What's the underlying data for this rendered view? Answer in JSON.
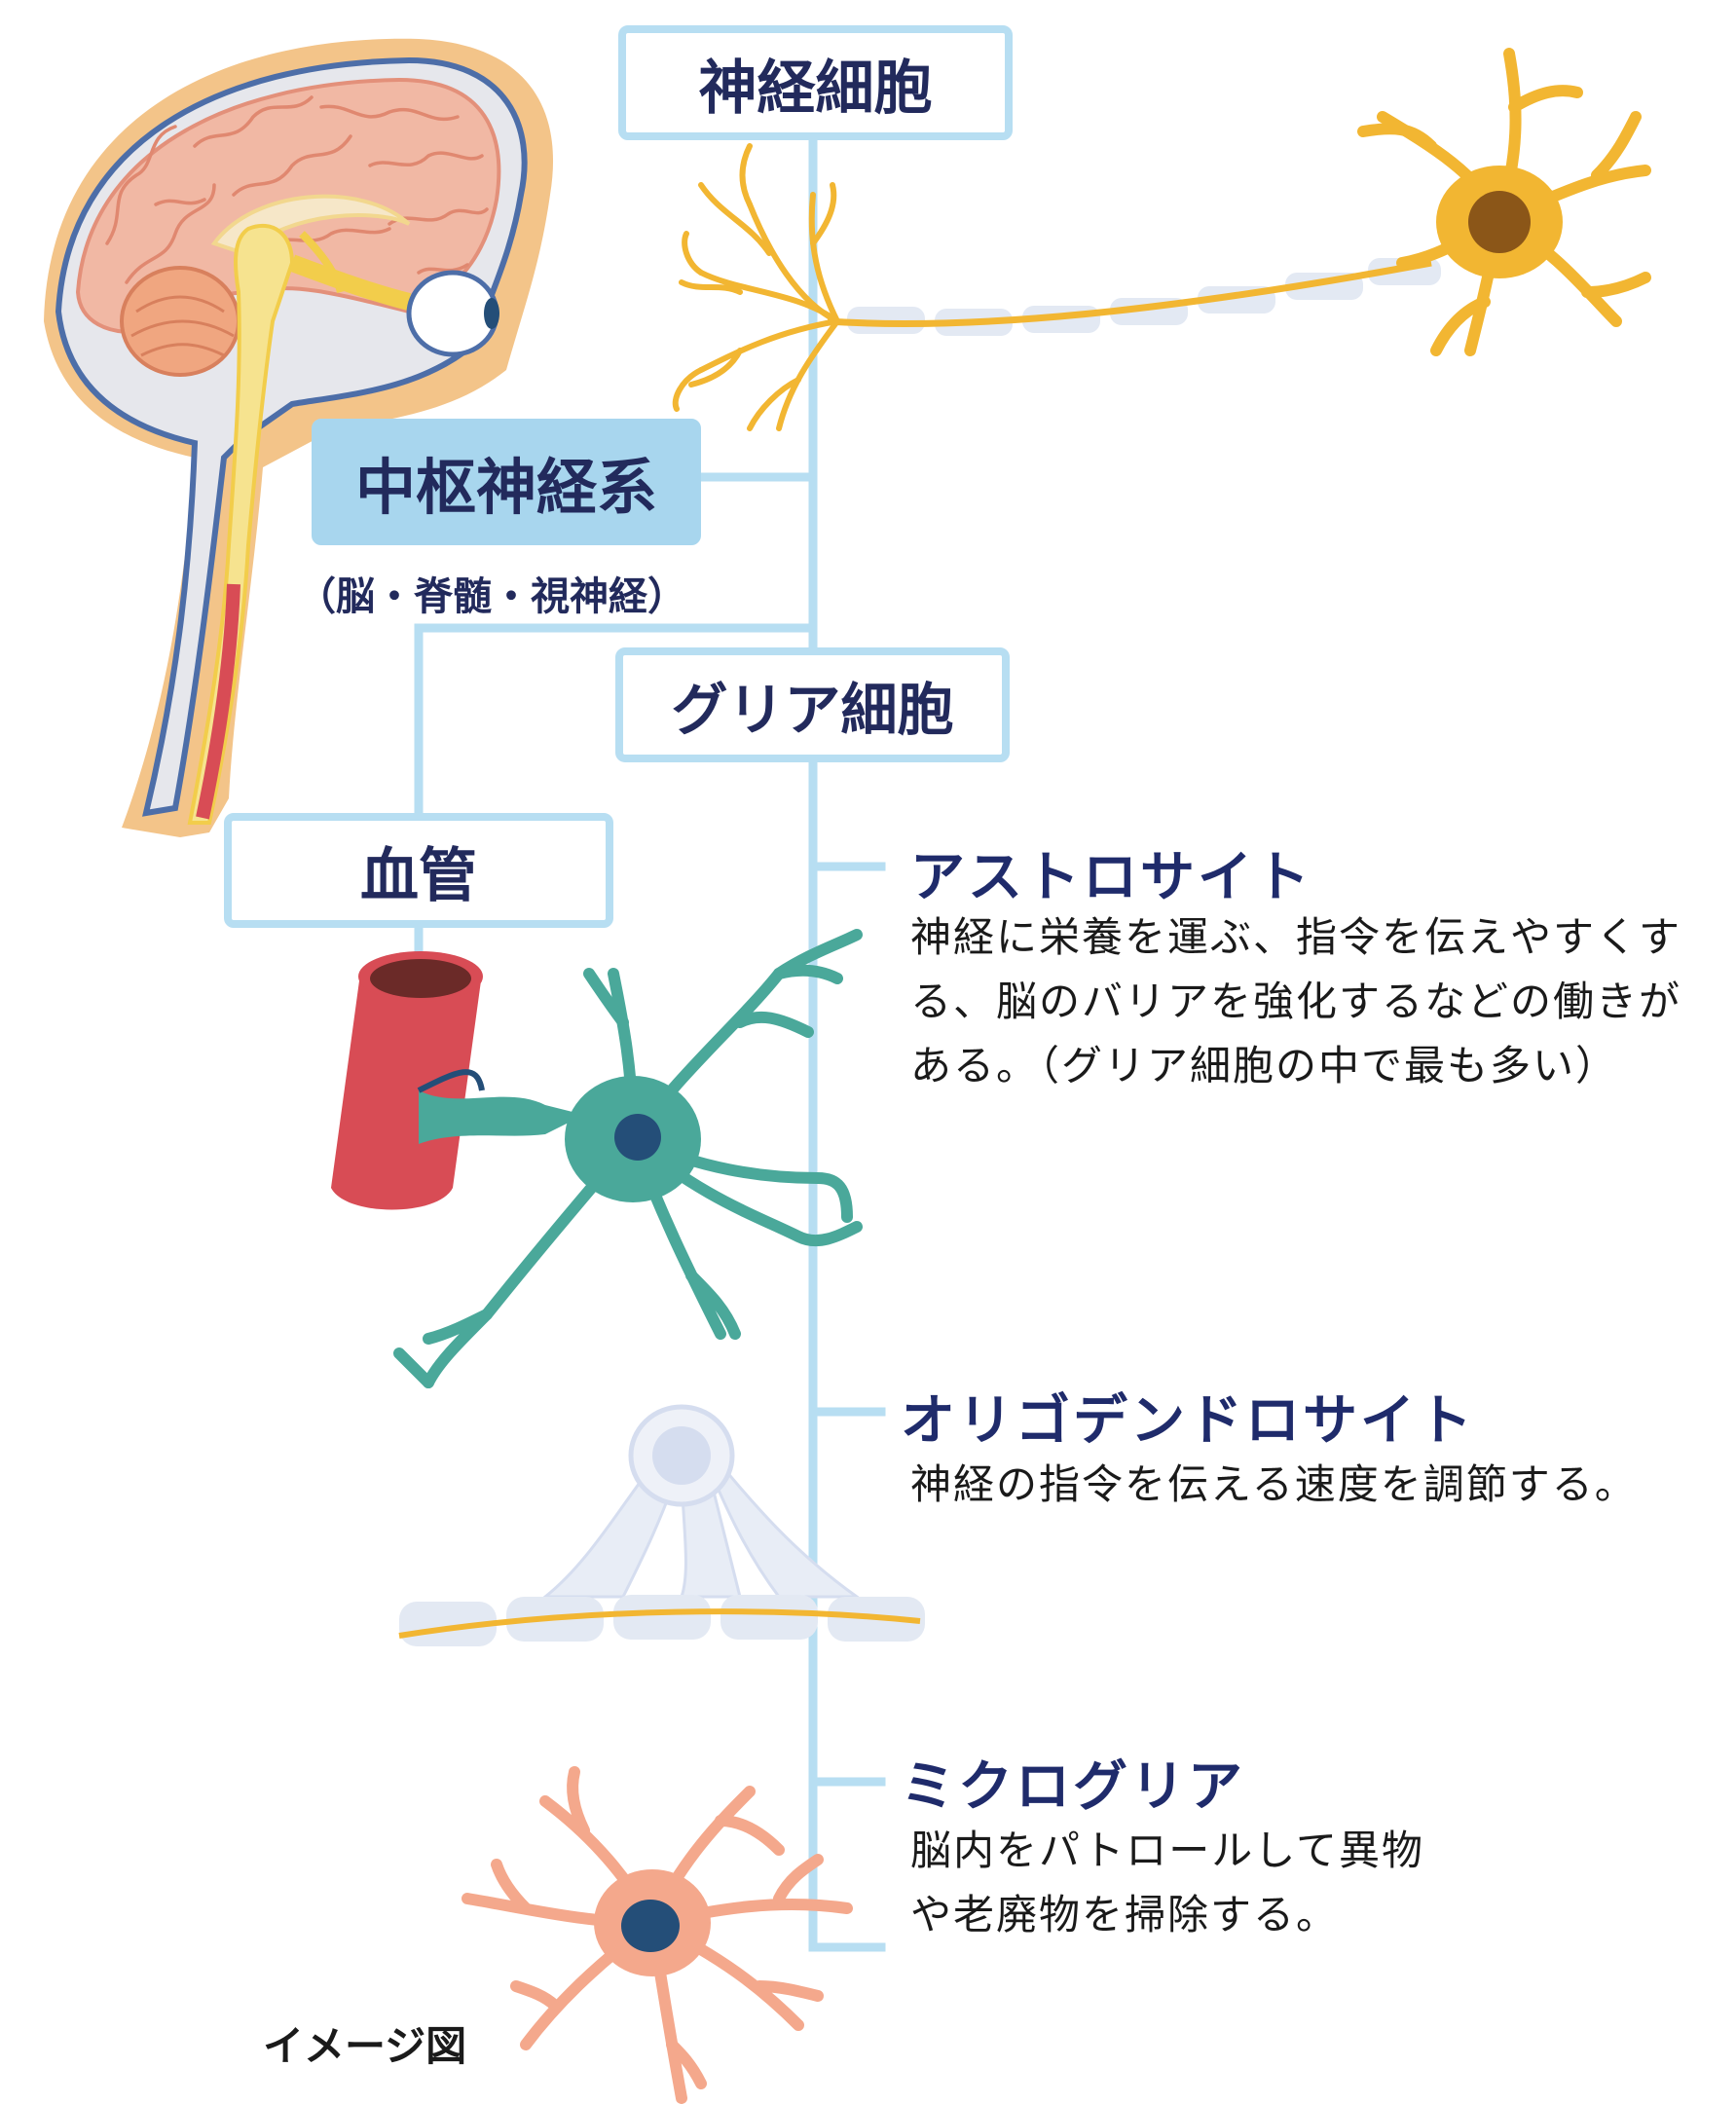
{
  "nodes": {
    "neuron": "神経細胞",
    "cns": "中枢神経系",
    "cns_sub": "（脳・脊髄・視神経）",
    "glia": "グリア細胞",
    "vessel": "血管"
  },
  "glia_types": [
    {
      "title": "アストロサイト",
      "description": "神経に栄養を運ぶ、指令を伝えやすくする、脳のバリアを強化するなどの働きがある。（グリア細胞の中で最も多い）"
    },
    {
      "title": "オリゴデンドロサイト",
      "description": "神経の指令を伝える速度を調節する。"
    },
    {
      "title": "ミクログリア",
      "description": "脳内をパトロールして異物や老廃物を掃除する。"
    }
  ],
  "footnote": "イメージ図",
  "colors": {
    "line": "#b7def2",
    "cns_fill": "#a8d6ee",
    "title_text": "#1f2b6b",
    "neuron": "#f2b632",
    "astrocyte": "#4aa89a",
    "oligodendrocyte": "#dbe3f2",
    "microglia": "#f4a88c",
    "nucleus": "#244e78",
    "vessel": "#d84c55"
  }
}
